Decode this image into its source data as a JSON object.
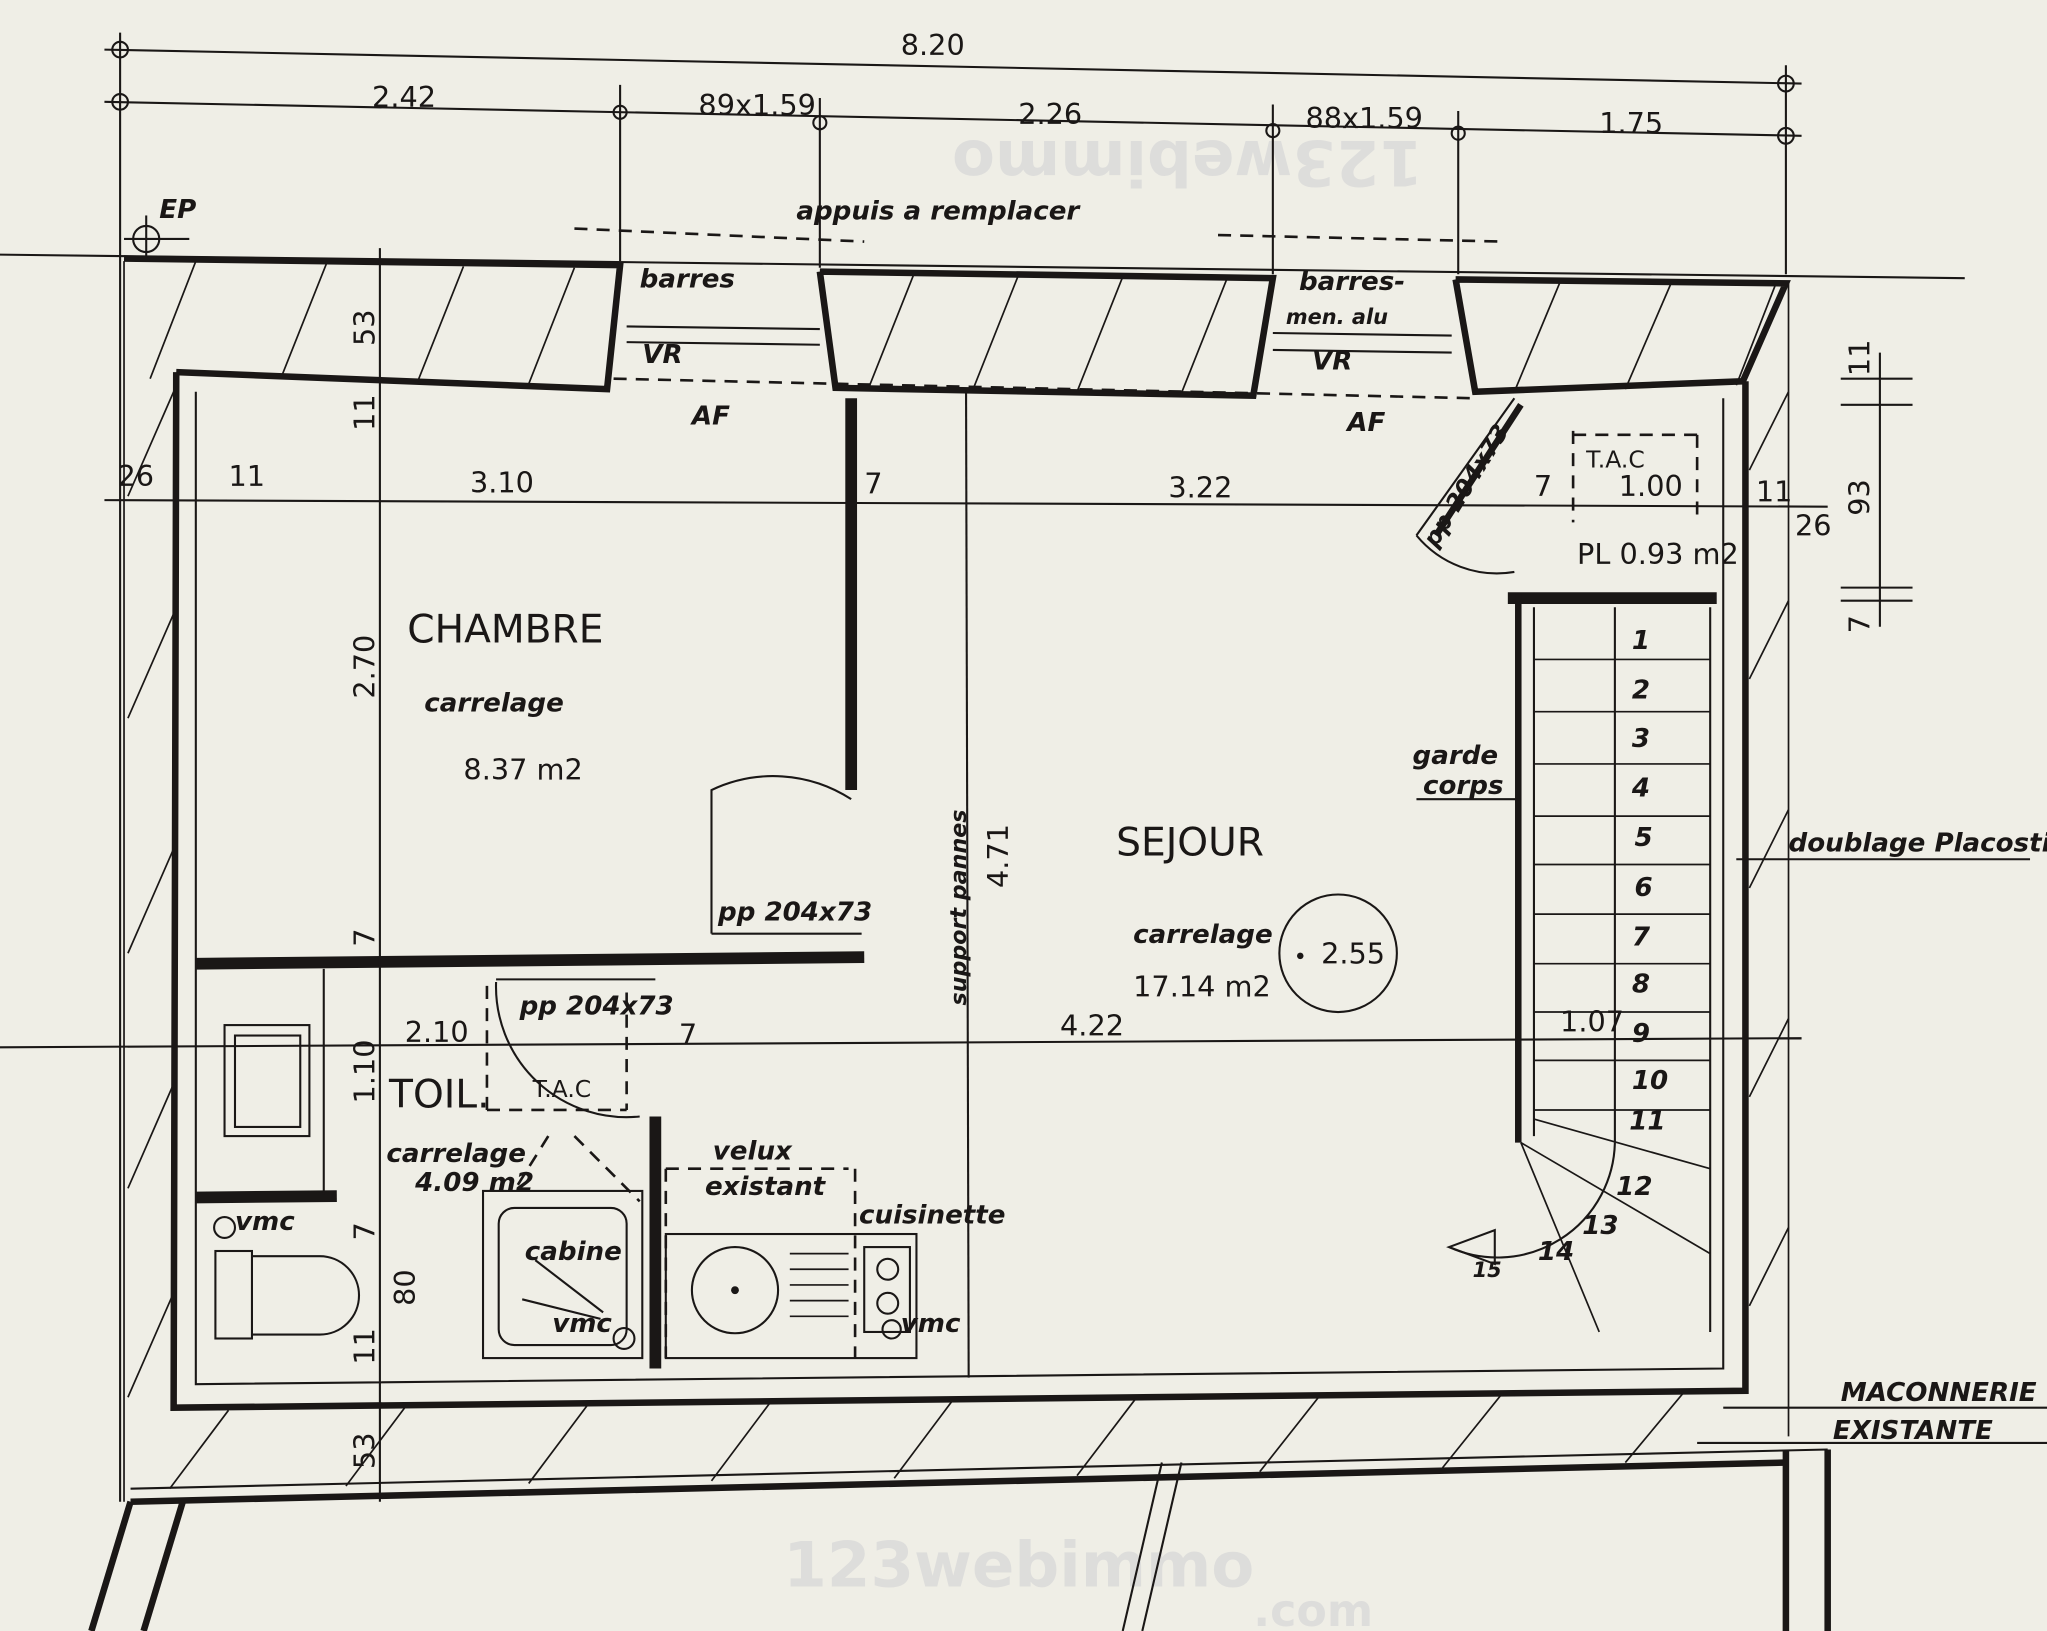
{
  "watermark": {
    "brand": "123webimmo",
    "domain": ".com"
  },
  "dimensions_top": {
    "overall": "8.20",
    "segments": [
      "2.42",
      "89x1.59",
      "2.26",
      "88x1.59",
      "1.75"
    ]
  },
  "annotations": {
    "ep": "EP",
    "appuis": "appuis a remplacer",
    "barres_1": "barres",
    "barres_2": "barres-",
    "barres_2b": "men. alu",
    "vr_1": "VR",
    "vr_2": "VR",
    "af_1": "AF",
    "af_2": "AF",
    "door_stair": "pp 204x73",
    "tac_top": "T.A.C",
    "tac_width": "1.00",
    "pl_area": "PL 0.93 m2",
    "garde": "garde",
    "corps": "corps",
    "doublage": "doublage Placostil",
    "support_pannes": "support pannes",
    "maconnerie_1": "MACONNERIE",
    "maconnerie_2": "EXISTANTE",
    "velux_1": "velux",
    "velux_2": "existant",
    "cuisinette": "cuisinette",
    "cabine": "cabine",
    "vmc_1": "vmc",
    "vmc_2": "vmc",
    "vmc_3": "vmc",
    "tac_toil": "T.A.C"
  },
  "rooms": {
    "chambre": {
      "name": "CHAMBRE",
      "floor": "carrelage",
      "area": "8.37 m2",
      "door": "pp 204x73"
    },
    "sejour": {
      "name": "SEJOUR",
      "floor": "carrelage",
      "area": "17.14 m2",
      "height": "2.55"
    },
    "toil": {
      "name": "TOIL.",
      "floor": "carrelage",
      "area": "4.09 m2",
      "door": "pp 204x73"
    }
  },
  "dimensions_horizontal": {
    "row1": [
      "26",
      "11",
      "3.10",
      "7",
      "3.22",
      "7",
      "11",
      "26"
    ],
    "row2": [
      "2.10",
      "7",
      "4.22",
      "1.07"
    ],
    "height_sejour": "4.71"
  },
  "dimensions_vertical_left": [
    "53",
    "11",
    "2.70",
    "7",
    "1.10",
    "7",
    "80",
    "11",
    "53"
  ],
  "dimensions_vertical_right": [
    "11",
    "93",
    "7"
  ],
  "stairs": {
    "steps": [
      "1",
      "2",
      "3",
      "4",
      "5",
      "6",
      "7",
      "8",
      "9",
      "10",
      "11",
      "12",
      "13",
      "14",
      "15"
    ]
  }
}
